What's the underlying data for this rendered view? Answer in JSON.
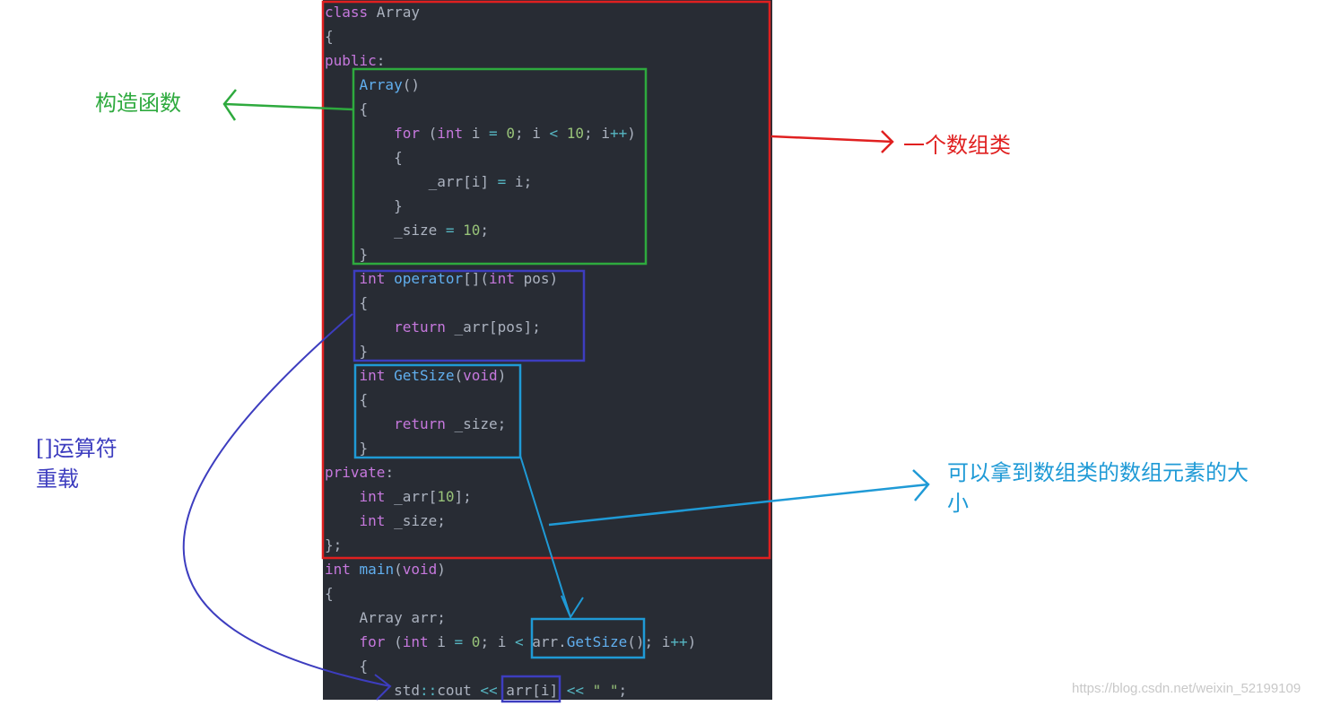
{
  "code_lines": [
    [
      {
        "t": "class",
        "c": "kw"
      },
      {
        "t": " Array",
        "c": "pl"
      }
    ],
    [
      {
        "t": "{",
        "c": "pl"
      }
    ],
    [
      {
        "t": "public",
        "c": "kw"
      },
      {
        "t": ":",
        "c": "pl"
      }
    ],
    [
      {
        "t": "    ",
        "c": "pl"
      },
      {
        "t": "Array",
        "c": "fn"
      },
      {
        "t": "()",
        "c": "pl"
      }
    ],
    [
      {
        "t": "    {",
        "c": "pl"
      }
    ],
    [
      {
        "t": "        ",
        "c": "pl"
      },
      {
        "t": "for",
        "c": "kw"
      },
      {
        "t": " (",
        "c": "pl"
      },
      {
        "t": "int",
        "c": "kw"
      },
      {
        "t": " i ",
        "c": "pl"
      },
      {
        "t": "=",
        "c": "op"
      },
      {
        "t": " ",
        "c": "pl"
      },
      {
        "t": "0",
        "c": "num"
      },
      {
        "t": "; i ",
        "c": "pl"
      },
      {
        "t": "<",
        "c": "op"
      },
      {
        "t": " ",
        "c": "pl"
      },
      {
        "t": "10",
        "c": "num"
      },
      {
        "t": "; i",
        "c": "pl"
      },
      {
        "t": "++",
        "c": "op"
      },
      {
        "t": ")",
        "c": "pl"
      }
    ],
    [
      {
        "t": "        {",
        "c": "pl"
      }
    ],
    [
      {
        "t": "            _arr[i] ",
        "c": "pl"
      },
      {
        "t": "=",
        "c": "op"
      },
      {
        "t": " i;",
        "c": "pl"
      }
    ],
    [
      {
        "t": "        }",
        "c": "pl"
      }
    ],
    [
      {
        "t": "        _size ",
        "c": "pl"
      },
      {
        "t": "=",
        "c": "op"
      },
      {
        "t": " ",
        "c": "pl"
      },
      {
        "t": "10",
        "c": "num"
      },
      {
        "t": ";",
        "c": "pl"
      }
    ],
    [
      {
        "t": "    }",
        "c": "pl"
      }
    ],
    [
      {
        "t": "    ",
        "c": "pl"
      },
      {
        "t": "int",
        "c": "kw"
      },
      {
        "t": " ",
        "c": "pl"
      },
      {
        "t": "operator",
        "c": "fn"
      },
      {
        "t": "[](",
        "c": "pl"
      },
      {
        "t": "int",
        "c": "kw"
      },
      {
        "t": " pos)",
        "c": "pl"
      }
    ],
    [
      {
        "t": "    {",
        "c": "pl"
      }
    ],
    [
      {
        "t": "        ",
        "c": "pl"
      },
      {
        "t": "return",
        "c": "kw"
      },
      {
        "t": " _arr[pos];",
        "c": "pl"
      }
    ],
    [
      {
        "t": "    }",
        "c": "pl"
      }
    ],
    [
      {
        "t": "    ",
        "c": "pl"
      },
      {
        "t": "int",
        "c": "kw"
      },
      {
        "t": " ",
        "c": "pl"
      },
      {
        "t": "GetSize",
        "c": "fn"
      },
      {
        "t": "(",
        "c": "pl"
      },
      {
        "t": "void",
        "c": "kw"
      },
      {
        "t": ")",
        "c": "pl"
      }
    ],
    [
      {
        "t": "    {",
        "c": "pl"
      }
    ],
    [
      {
        "t": "        ",
        "c": "pl"
      },
      {
        "t": "return",
        "c": "kw"
      },
      {
        "t": " _size;",
        "c": "pl"
      }
    ],
    [
      {
        "t": "    }",
        "c": "pl"
      }
    ],
    [
      {
        "t": "private",
        "c": "kw"
      },
      {
        "t": ":",
        "c": "pl"
      }
    ],
    [
      {
        "t": "    ",
        "c": "pl"
      },
      {
        "t": "int",
        "c": "kw"
      },
      {
        "t": " _arr[",
        "c": "pl"
      },
      {
        "t": "10",
        "c": "num"
      },
      {
        "t": "];",
        "c": "pl"
      }
    ],
    [
      {
        "t": "    ",
        "c": "pl"
      },
      {
        "t": "int",
        "c": "kw"
      },
      {
        "t": " _size;",
        "c": "pl"
      }
    ],
    [
      {
        "t": "};",
        "c": "pl"
      }
    ],
    [
      {
        "t": "int",
        "c": "kw"
      },
      {
        "t": " ",
        "c": "pl"
      },
      {
        "t": "main",
        "c": "fn"
      },
      {
        "t": "(",
        "c": "pl"
      },
      {
        "t": "void",
        "c": "kw"
      },
      {
        "t": ")",
        "c": "pl"
      }
    ],
    [
      {
        "t": "{",
        "c": "pl"
      }
    ],
    [
      {
        "t": "    Array arr;",
        "c": "pl"
      }
    ],
    [
      {
        "t": "    ",
        "c": "pl"
      },
      {
        "t": "for",
        "c": "kw"
      },
      {
        "t": " (",
        "c": "pl"
      },
      {
        "t": "int",
        "c": "kw"
      },
      {
        "t": " i ",
        "c": "pl"
      },
      {
        "t": "=",
        "c": "op"
      },
      {
        "t": " ",
        "c": "pl"
      },
      {
        "t": "0",
        "c": "num"
      },
      {
        "t": "; i ",
        "c": "pl"
      },
      {
        "t": "<",
        "c": "op"
      },
      {
        "t": " arr.",
        "c": "pl"
      },
      {
        "t": "GetSize",
        "c": "fn"
      },
      {
        "t": "(); i",
        "c": "pl"
      },
      {
        "t": "++",
        "c": "op"
      },
      {
        "t": ")",
        "c": "pl"
      }
    ],
    [
      {
        "t": "    {",
        "c": "pl"
      }
    ],
    [
      {
        "t": "        std",
        "c": "pl"
      },
      {
        "t": "::",
        "c": "op"
      },
      {
        "t": "cout ",
        "c": "pl"
      },
      {
        "t": "<<",
        "c": "op"
      },
      {
        "t": " arr[i] ",
        "c": "pl"
      },
      {
        "t": "<<",
        "c": "op"
      },
      {
        "t": " ",
        "c": "pl"
      },
      {
        "t": "\" \"",
        "c": "str"
      },
      {
        "t": ";",
        "c": "pl"
      }
    ]
  ],
  "annotations": {
    "constructor": {
      "text": "构造函数",
      "color": "#2eaa3e"
    },
    "array_class": {
      "text": "一个数组类",
      "color": "#e02020"
    },
    "operator_overload": {
      "text": "[]运算符\n重载",
      "color": "#3d3dbf"
    },
    "get_size": {
      "text": "可以拿到数组类的数组元素的大\n小",
      "color": "#1f9ad6"
    }
  },
  "watermark": "https://blog.csdn.net/weixin_52199109"
}
